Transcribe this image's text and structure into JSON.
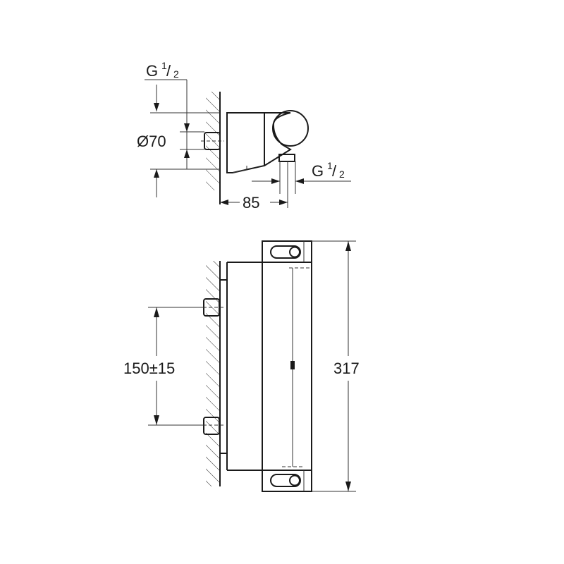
{
  "drawing": {
    "subject": "Thermostatic shower mixer - dimensional drawing",
    "side_view": {
      "top_connection": {
        "label_main": "G",
        "label_num": "1",
        "label_den": "2"
      },
      "diameter": "Ø70",
      "outlet_connection": {
        "label_main": "G",
        "label_num": "1",
        "label_den": "2"
      },
      "depth": "85"
    },
    "front_view": {
      "inlet_spacing": "150±15",
      "overall_height": "317"
    },
    "colors": {
      "line": "#1a1a1a",
      "background": "#ffffff"
    }
  }
}
